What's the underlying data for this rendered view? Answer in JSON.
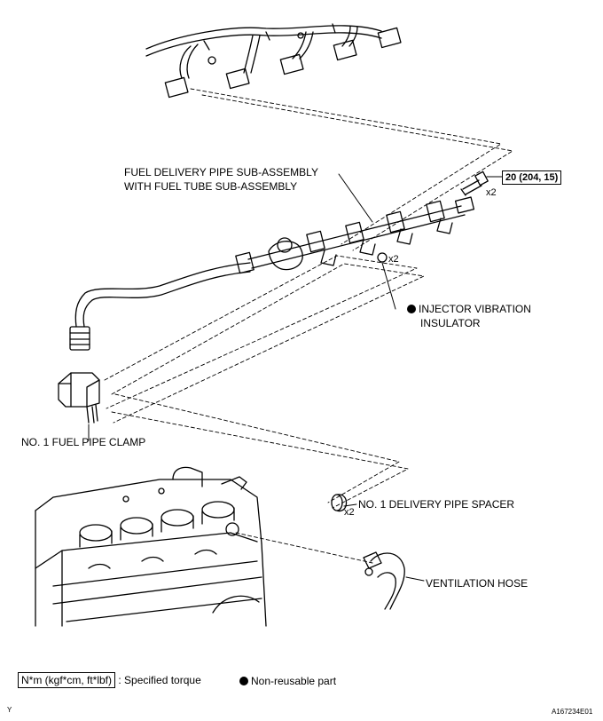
{
  "labels": {
    "fuel_delivery_pipe_line1": "FUEL DELIVERY PIPE SUB-ASSEMBLY",
    "fuel_delivery_pipe_line2": "WITH FUEL TUBE SUB-ASSEMBLY",
    "torque_value": "20 (204, 15)",
    "bolt_qty": "x2",
    "insulator_qty": "x2",
    "injector_vibration_line1": "INJECTOR VIBRATION",
    "injector_vibration_line2": "INSULATOR",
    "fuel_pipe_clamp": "NO. 1 FUEL PIPE CLAMP",
    "spacer_qty": "x2",
    "delivery_pipe_spacer": "NO. 1 DELIVERY PIPE SPACER",
    "ventilation_hose": "VENTILATION HOSE"
  },
  "legend": {
    "torque_unit": "N*m (kgf*cm, ft*lbf)",
    "torque_desc": ": Specified torque",
    "nonreusable_desc": "Non-reusable part"
  },
  "footer": {
    "corner_mark": "Y",
    "figure_id": "A167234E01"
  },
  "colors": {
    "ink": "#000000",
    "background": "#ffffff"
  }
}
